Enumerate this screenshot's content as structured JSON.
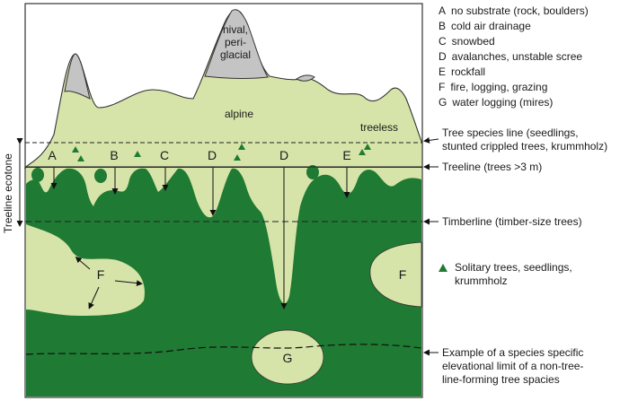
{
  "legend_items": [
    {
      "letter": "A",
      "text": "no substrate (rock, boulders)"
    },
    {
      "letter": "B",
      "text": "cold air drainage"
    },
    {
      "letter": "C",
      "text": "snowbed"
    },
    {
      "letter": "D",
      "text": "avalanches, unstable scree"
    },
    {
      "letter": "E",
      "text": "rockfall"
    },
    {
      "letter": "F",
      "text": "fire, logging, grazing"
    },
    {
      "letter": "G",
      "text": "water logging (mires)"
    }
  ],
  "zones": {
    "nival_line1": "nival,",
    "nival_line2": "peri-",
    "nival_line3": "glacial",
    "alpine": "alpine",
    "treeless": "treeless"
  },
  "markers": {
    "A": "A",
    "B": "B",
    "C": "C",
    "D1": "D",
    "D2": "D",
    "E": "E",
    "F1": "F",
    "F2": "F",
    "G": "G"
  },
  "lines": {
    "tree_species_line1": "Tree species line (seedlings,",
    "tree_species_line2": "stunted crippled trees, krummholz)",
    "treeline": "Treeline (trees >3 m)",
    "timberline": "Timberline (timber-size trees)",
    "solitary1": "Solitary trees, seedlings,",
    "solitary2": "krummholz",
    "example1": "Example of a species specific",
    "example2": "elevational limit of a non-tree-",
    "example3": "line-forming tree spacies"
  },
  "ecotone_label": "Treeline ecotone",
  "colors": {
    "light_green": "#d7e4a9",
    "dark_green": "#1f7a33",
    "grey_snow": "#c4c4c4",
    "outline": "#333333"
  }
}
